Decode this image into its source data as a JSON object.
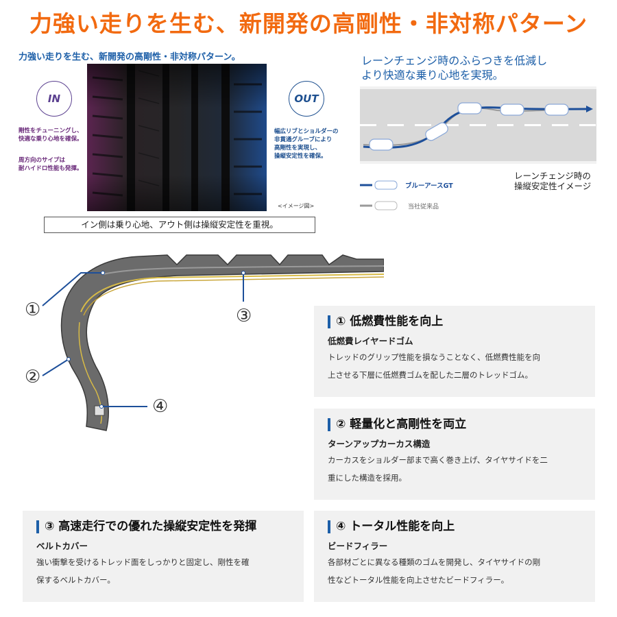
{
  "headline": "力強い走りを生む、新開発の高剛性・非対称パターン",
  "tire_section": {
    "subtitle": "力強い走りを生む、新開発の高剛性・非対称パターン。",
    "in_label": "IN",
    "out_label": "OUT",
    "in_text_1a": "剛性をチューニングし、",
    "in_text_1b": "快適な乗り心地を確保。",
    "in_text_2a": "周方向のサイプは",
    "in_text_2b": "耐ハイドロ性能も発揮。",
    "out_text_a": "幅広リブとショルダーの",
    "out_text_b": "非貫通グルーブにより",
    "out_text_c": "高剛性を実現し、",
    "out_text_d": "操縦安定性を確保。",
    "image_note": "<イメージ図>",
    "footer_note": "イン側は乗り心地、アウト側は操縦安定性を重視。"
  },
  "lane_change": {
    "title_1": "レーンチェンジ時のふらつきを低減し",
    "title_2": "より快適な乗り心地を実現。",
    "legend_blue": "ブルーアースGT",
    "legend_gray": "当社従来品",
    "caption_1": "レーンチェンジ時の",
    "caption_2": "操縦安定性イメージ"
  },
  "diagram_markers": [
    "①",
    "②",
    "③",
    "④"
  ],
  "features": [
    {
      "title": "① 低燃費性能を向上",
      "subtitle": "低燃費レイヤードゴム",
      "body_1": "トレッドのグリップ性能を損なうことなく、低燃費性能を向",
      "body_2": "上させる下層に低燃費ゴムを配した二層のトレッドゴム。"
    },
    {
      "title": "② 軽量化と高剛性を両立",
      "subtitle": "ターンアップカーカス構造",
      "body_1": "カーカスをショルダー部まで高く巻き上げ、タイヤサイドを二",
      "body_2": "重にした構造を採用。"
    },
    {
      "title": "③ 高速走行での優れた操縦安定性を発揮",
      "subtitle": "ベルトカバー",
      "body_1": "強い衝撃を受けるトレッド面をしっかりと固定し、剛性を確",
      "body_2": "保するベルトカバー。"
    },
    {
      "title": "④ トータル性能を向上",
      "subtitle": "ビードフィラー",
      "body_1": "各部材ごとに異なる種類のゴムを開発し、タイヤサイドの剛",
      "body_2": "性などトータル性能を向上させたビードフィラー。"
    }
  ],
  "colors": {
    "accent": "#f26a10",
    "blue": "#1d5fa8",
    "purple": "#6a2a7a",
    "panel": "#f1f1f1"
  }
}
